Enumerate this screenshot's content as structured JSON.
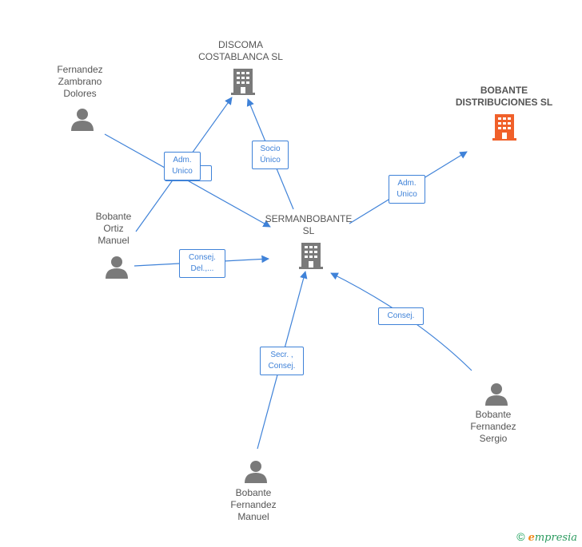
{
  "colors": {
    "edge": "#3f82d8",
    "person_icon": "#7a7a7a",
    "company_icon": "#7a7a7a",
    "highlight_company_icon": "#f0602a"
  },
  "nodes": {
    "discoma": {
      "label": "DISCOMA\nCOSTABLANCA SL",
      "icon": "building-icon"
    },
    "bobante_distribuciones": {
      "label": "BOBANTE\nDISTRIBUCIONES SL",
      "icon": "building-icon"
    },
    "sermanbobante": {
      "label": "SERMANBOBANTE\nSL",
      "icon": "building-icon"
    },
    "fernandez_zambrano": {
      "label": "Fernandez\nZambrano\nDolores",
      "icon": "person-icon"
    },
    "bobante_ortiz": {
      "label": "Bobante\nOrtiz\nManuel",
      "icon": "person-icon"
    },
    "bobante_fernandez_sergio": {
      "label": "Bobante\nFernandez\nSergio",
      "icon": "person-icon"
    },
    "bobante_fernandez_manuel": {
      "label": "Bobante\nFernandez\nManuel",
      "icon": "person-icon"
    }
  },
  "badges": {
    "adm_unico_1": "Adm.\nUnico",
    "socio_unico": "Socio\nÚnico",
    "adm_unico_2": "Adm.\nUnico",
    "consej_del": "Consej.\nDel.,...",
    "consej": "Consej.",
    "secr_consej": "Secr. ,\nConsej."
  },
  "footer": {
    "copyright": "©",
    "brand_initial": "e",
    "brand_rest": "mpresia"
  }
}
